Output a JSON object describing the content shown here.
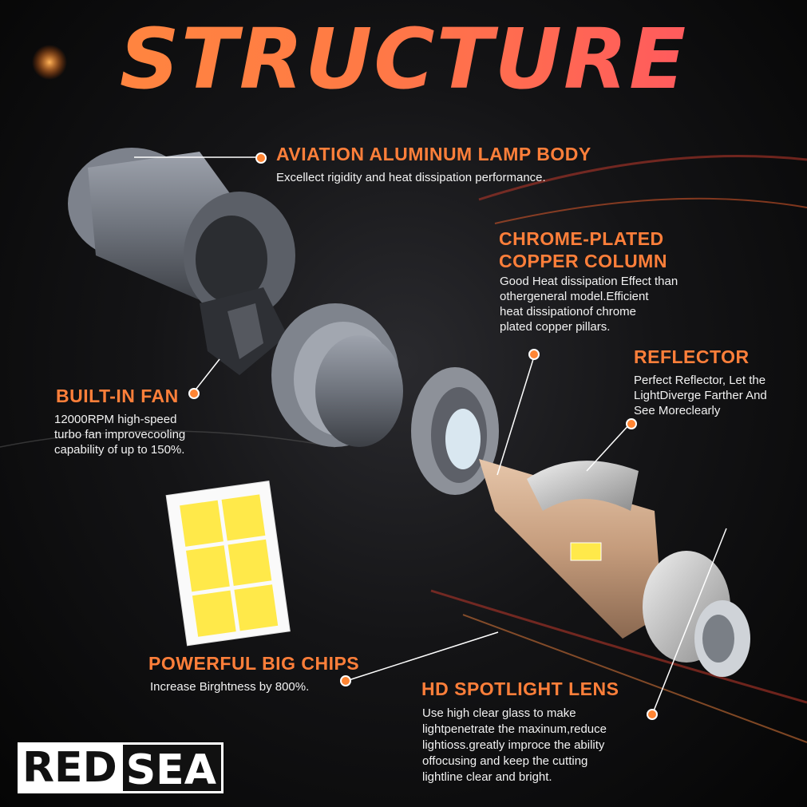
{
  "title": "STRUCTURE",
  "labels": {
    "aviation": {
      "heading": "AVIATION ALUMINUM LAMP BODY",
      "desc": "Excellect rigidity and heat dissipation performance."
    },
    "chrome": {
      "heading": [
        "CHROME-PLATED",
        "COPPER COLUMN"
      ],
      "desc": [
        "Good Heat dissipation Effect than",
        "othergeneral model.Efficient",
        "heat dissipationof chrome",
        "plated copper pillars."
      ]
    },
    "reflector": {
      "heading": "REFLECTOR",
      "desc": [
        "Perfect Reflector, Let the",
        "LightDiverge Farther And",
        "See Moreclearly"
      ]
    },
    "fan": {
      "heading": "BUILT-IN FAN",
      "desc": [
        "12000RPM high-speed",
        "turbo fan improvecooling",
        "capability of up to 150%."
      ]
    },
    "chips": {
      "heading": "POWERFUL BIG CHIPS",
      "desc": "Increase Birghtness by 800%."
    },
    "lens": {
      "heading": "HD SPOTLIGHT LENS",
      "desc": [
        "Use high clear glass to make",
        "lightpenetrate the maxinum,reduce",
        "lightioss.greatly improce the ability",
        "offocusing and keep the cutting",
        "lightline clear and bright."
      ]
    }
  },
  "brand": {
    "part1": "RED",
    "part2": "SEA"
  },
  "colors": {
    "accent": "#ff7f3a",
    "title_start": "#ff8a3d",
    "title_end": "#ff4f66",
    "chip": "#ffe94a"
  }
}
